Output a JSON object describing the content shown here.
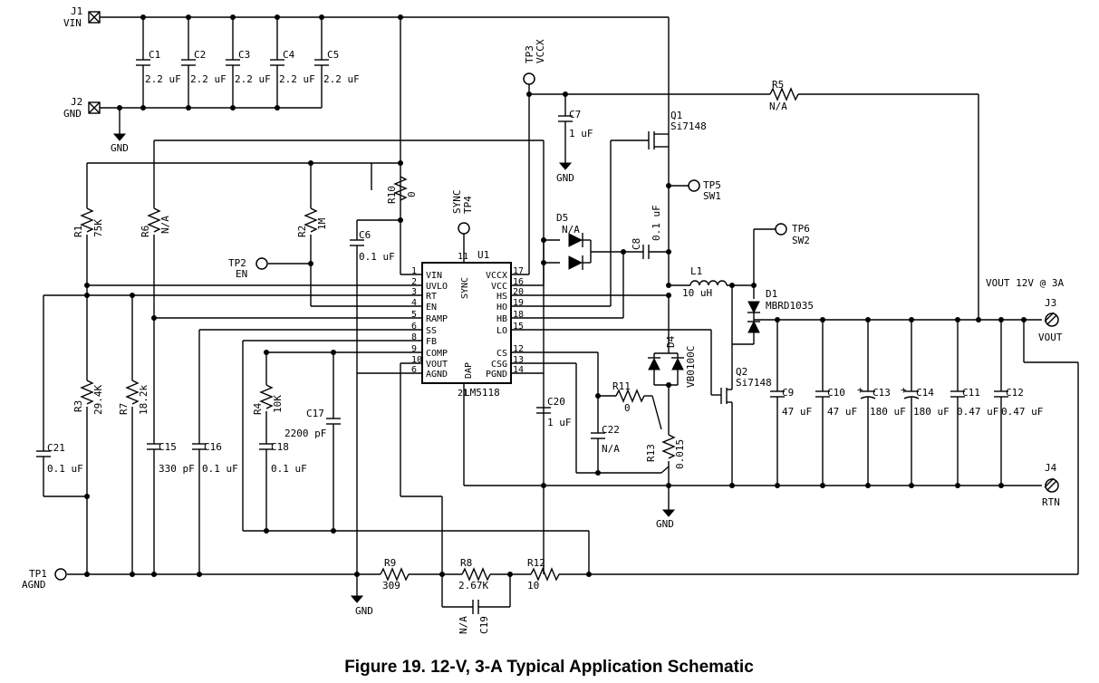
{
  "caption": "Figure 19.  12-V, 3-A Typical Application Schematic",
  "ic": {
    "ref": "U1",
    "part": "LM5118",
    "pins_left": [
      {
        "num": "1",
        "name": "VIN"
      },
      {
        "num": "2",
        "name": "UVLO"
      },
      {
        "num": "3",
        "name": "RT"
      },
      {
        "num": "4",
        "name": "EN"
      },
      {
        "num": "5",
        "name": "RAMP"
      },
      {
        "num": "6",
        "name": "SS"
      },
      {
        "num": "8",
        "name": "FB"
      },
      {
        "num": "9",
        "name": "COMP"
      },
      {
        "num": "10",
        "name": "VOUT"
      },
      {
        "num": "6",
        "name": "AGND"
      }
    ],
    "pins_right": [
      {
        "num": "17",
        "name": "VCCX"
      },
      {
        "num": "16",
        "name": "VCC"
      },
      {
        "num": "20",
        "name": "HS"
      },
      {
        "num": "19",
        "name": "HO"
      },
      {
        "num": "18",
        "name": "HB"
      },
      {
        "num": "15",
        "name": "LO"
      },
      {
        "num": "12",
        "name": "CS"
      },
      {
        "num": "13",
        "name": "CSG"
      },
      {
        "num": "14",
        "name": "PGND"
      }
    ],
    "pin_sync": {
      "num": "11",
      "name": "SYNC"
    },
    "pin_dap": {
      "num": "21",
      "name": "DAP"
    }
  },
  "connectors": {
    "j1": {
      "ref": "J1",
      "net": "VIN"
    },
    "j2": {
      "ref": "J2",
      "net": "GND"
    },
    "j3": {
      "ref": "J3",
      "net": "VOUT"
    },
    "j4": {
      "ref": "J4",
      "net": "RTN"
    },
    "vout_note": "VOUT 12V @ 3A"
  },
  "testpoints": {
    "tp1": {
      "ref": "TP1",
      "net": "AGND"
    },
    "tp2": {
      "ref": "TP2",
      "net": "EN"
    },
    "tp3": {
      "ref": "TP3",
      "net": "VCCX"
    },
    "tp4": {
      "ref": "TP4",
      "net": "SYNC"
    },
    "tp5": {
      "ref": "TP5",
      "net": "SW1"
    },
    "tp6": {
      "ref": "TP6",
      "net": "SW2"
    }
  },
  "components": {
    "c1": {
      "ref": "C1",
      "value": "2.2 uF"
    },
    "c2": {
      "ref": "C2",
      "value": "2.2 uF"
    },
    "c3": {
      "ref": "C3",
      "value": "2.2 uF"
    },
    "c4": {
      "ref": "C4",
      "value": "2.2 uF"
    },
    "c5": {
      "ref": "C5",
      "value": "2.2 uF"
    },
    "c6": {
      "ref": "C6",
      "value": "0.1 uF"
    },
    "c7": {
      "ref": "C7",
      "value": "1 uF"
    },
    "c8": {
      "ref": "C8",
      "value": "0.1 uF"
    },
    "c9": {
      "ref": "C9",
      "value": "47 uF"
    },
    "c10": {
      "ref": "C10",
      "value": "47 uF"
    },
    "c11": {
      "ref": "C11",
      "value": "0.47 uF"
    },
    "c12": {
      "ref": "C12",
      "value": "0.47 uF"
    },
    "c13": {
      "ref": "C13",
      "value": "180 uF"
    },
    "c14": {
      "ref": "C14",
      "value": "180 uF"
    },
    "c15": {
      "ref": "C15",
      "value": "330 pF"
    },
    "c16": {
      "ref": "C16",
      "value": "0.1 uF"
    },
    "c17": {
      "ref": "C17",
      "value": "2200 pF"
    },
    "c18": {
      "ref": "C18",
      "value": "0.1 uF"
    },
    "c19": {
      "ref": "C19",
      "value": "N/A"
    },
    "c20": {
      "ref": "C20",
      "value": "1 uF"
    },
    "c21": {
      "ref": "C21",
      "value": "0.1 uF"
    },
    "c22": {
      "ref": "C22",
      "value": "N/A"
    },
    "r1": {
      "ref": "R1",
      "value": "75K"
    },
    "r2": {
      "ref": "R2",
      "value": "1M"
    },
    "r3": {
      "ref": "R3",
      "value": "29.4K"
    },
    "r4": {
      "ref": "R4",
      "value": "10K"
    },
    "r5": {
      "ref": "R5",
      "value": "N/A"
    },
    "r6": {
      "ref": "R6",
      "value": "N/A"
    },
    "r7": {
      "ref": "R7",
      "value": "18.2k"
    },
    "r8": {
      "ref": "R8",
      "value": "2.67K"
    },
    "r9": {
      "ref": "R9",
      "value": "309"
    },
    "r10": {
      "ref": "R10",
      "value": "0"
    },
    "r11": {
      "ref": "R11",
      "value": "0"
    },
    "r12": {
      "ref": "R12",
      "value": "10"
    },
    "r13": {
      "ref": "R13",
      "value": "0.015"
    },
    "l1": {
      "ref": "L1",
      "value": "10 uH"
    },
    "q1": {
      "ref": "Q1",
      "value": "Si7148"
    },
    "q2": {
      "ref": "Q2",
      "value": "Si7148"
    },
    "d1": {
      "ref": "D1",
      "value": "MBRD1035"
    },
    "d4": {
      "ref": "D4",
      "value": "VB0100C"
    },
    "d5": {
      "ref": "D5",
      "value": "N/A"
    }
  },
  "gnd_label": "GND",
  "plus_mark": "+"
}
